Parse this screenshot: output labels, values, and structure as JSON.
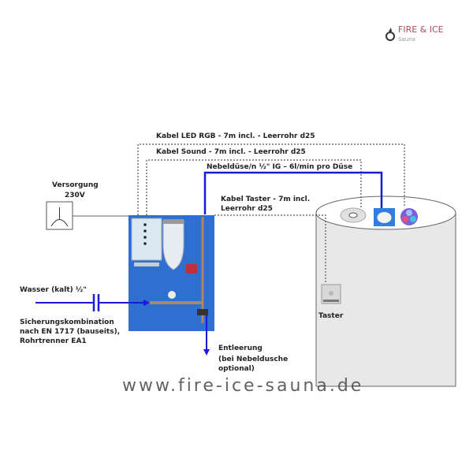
{
  "logo": {
    "name": "FIRE & ICE",
    "sub": "Sauna"
  },
  "labels": {
    "cable_led": "Kabel LED RGB - 7m incl. - Leerrohr d25",
    "cable_sound": "Kabel Sound - 7m incl. - Leerrohr d25",
    "nozzle": "Nebeldüse/n  ½\" IG – 6l/min pro Düse",
    "cable_taster_1": "Kabel Taster - 7m incl.",
    "cable_taster_2": "Leerrohr d25",
    "supply_1": "Versorgung",
    "supply_2": "230V",
    "water": "Wasser (kalt) ½\"",
    "safety_1": "Sicherungskombination",
    "safety_2": "nach EN 1717 (bauseits),",
    "safety_3": "Rohrtrenner EA1",
    "drain_1": "Entleerung",
    "drain_2": "(bei Nebeldusche",
    "drain_3": "optional)",
    "taster": "Taster"
  },
  "watermark": "www.fire-ice-sauna.de",
  "colors": {
    "pipe": "#1a1adf",
    "panel": "#2f6fd0",
    "cabin": "#e8e8e8"
  }
}
